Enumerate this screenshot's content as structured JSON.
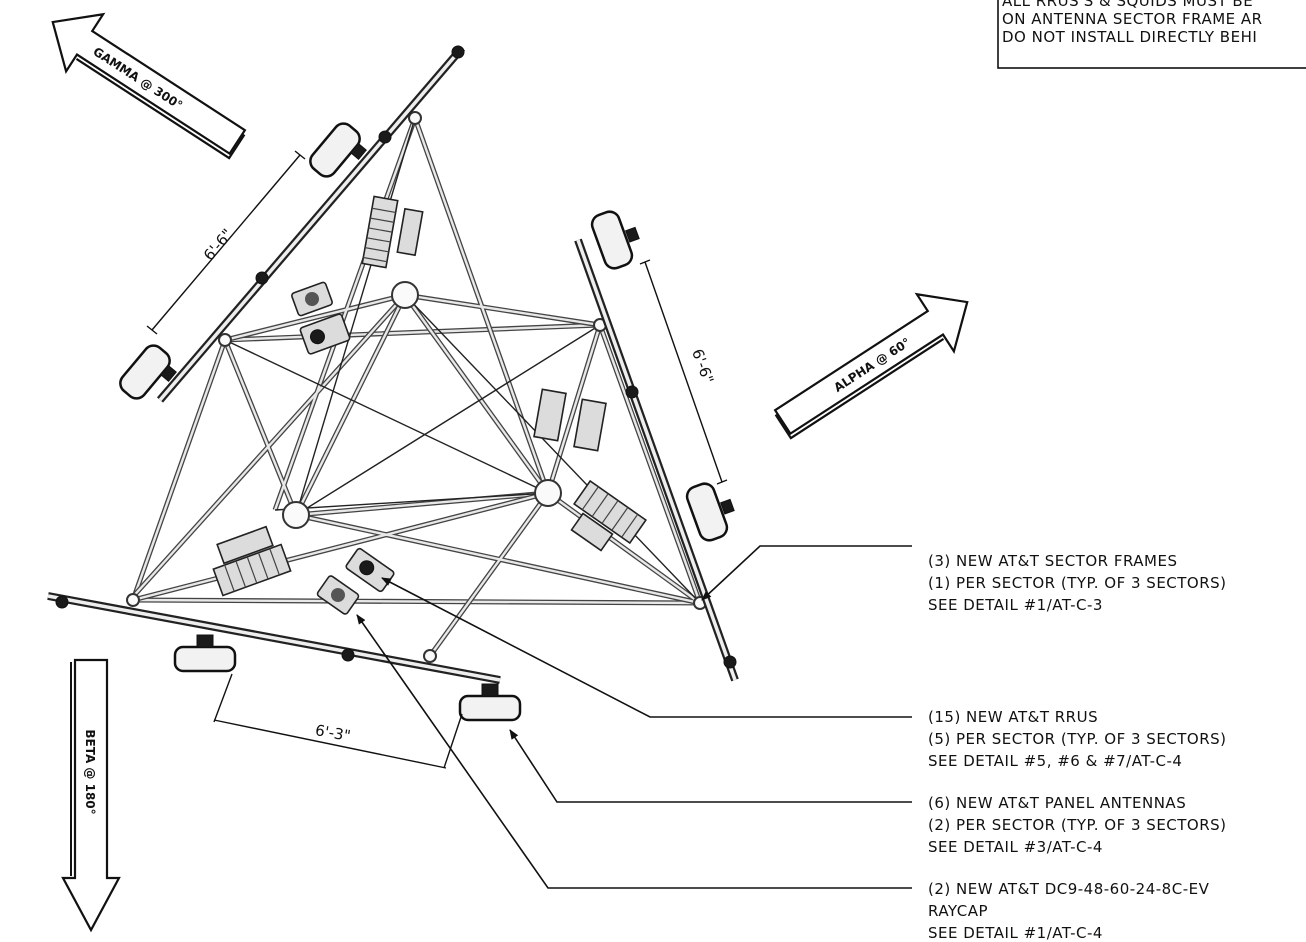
{
  "note_box": {
    "lines": [
      "ALL RRUS'S & SQUIDS MUST BE",
      "ON ANTENNA SECTOR FRAME AR",
      "DO NOT INSTALL DIRECTLY BEHI"
    ]
  },
  "sector_arrows": {
    "gamma": "GAMMA @ 300°",
    "alpha": "ALPHA @ 60°",
    "beta": "BETA @ 180°"
  },
  "dimensions": {
    "gamma": "6'-6\"",
    "alpha": "6'-6\"",
    "beta": "6'-3\""
  },
  "callouts": [
    {
      "id": "sector-frames",
      "lines": [
        "(3) NEW AT&T SECTOR FRAMES",
        "(1) PER SECTOR (TYP. OF 3 SECTORS)",
        "SEE DETAIL #1/AT-C-3"
      ]
    },
    {
      "id": "rrus",
      "lines": [
        "(15) NEW AT&T RRUS",
        "(5) PER SECTOR (TYP. OF 3 SECTORS)",
        "SEE DETAIL #5, #6 & #7/AT-C-4"
      ]
    },
    {
      "id": "panel-antennas",
      "lines": [
        "(6) NEW AT&T PANEL ANTENNAS",
        "(2) PER SECTOR (TYP. OF 3 SECTORS)",
        "SEE DETAIL #3/AT-C-4"
      ]
    },
    {
      "id": "raycap",
      "lines": [
        "(2) NEW AT&T DC9-48-60-24-8C-EV",
        "RAYCAP",
        "SEE DETAIL #1/AT-C-4"
      ]
    }
  ]
}
